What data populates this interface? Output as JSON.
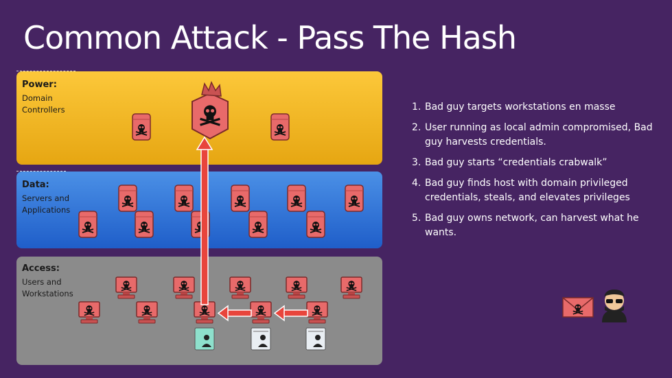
{
  "title": "Common Attack - Pass The Hash",
  "tiers": {
    "power": {
      "title": "Power:",
      "subtitle": "Domain\nControllers"
    },
    "data": {
      "title": "Data:",
      "subtitle": "Servers and\nApplications"
    },
    "access": {
      "title": "Access:",
      "subtitle": "Users and\nWorkstations"
    }
  },
  "steps": [
    {
      "num": "1.",
      "text": "Bad guy targets workstations en masse"
    },
    {
      "num": "2.",
      "text": "User running as local admin compromised, Bad guy harvests credentials."
    },
    {
      "num": "3.",
      "text": "Bad guy starts “credentials crabwalk”"
    },
    {
      "num": "4.",
      "text": "Bad guy finds host with domain privileged credentials, steals, and elevates privileges"
    },
    {
      "num": "5.",
      "text": "Bad guy owns network, can harvest what he wants."
    }
  ],
  "colors": {
    "background": "#462462",
    "power_tier": "#f3b422",
    "data_tier": "#2f71d6",
    "access_tier": "#8b8b8b",
    "compromised_icon": "#e86a6a",
    "attack_arrow": "#e8453c"
  },
  "icons": {
    "domain_controller": "skull-crown-server-icon",
    "server": "skull-server-icon",
    "workstation": "skull-workstation-icon",
    "credential": "id-card-icon",
    "email": "skull-envelope-icon",
    "attacker": "hacker-avatar-icon"
  }
}
